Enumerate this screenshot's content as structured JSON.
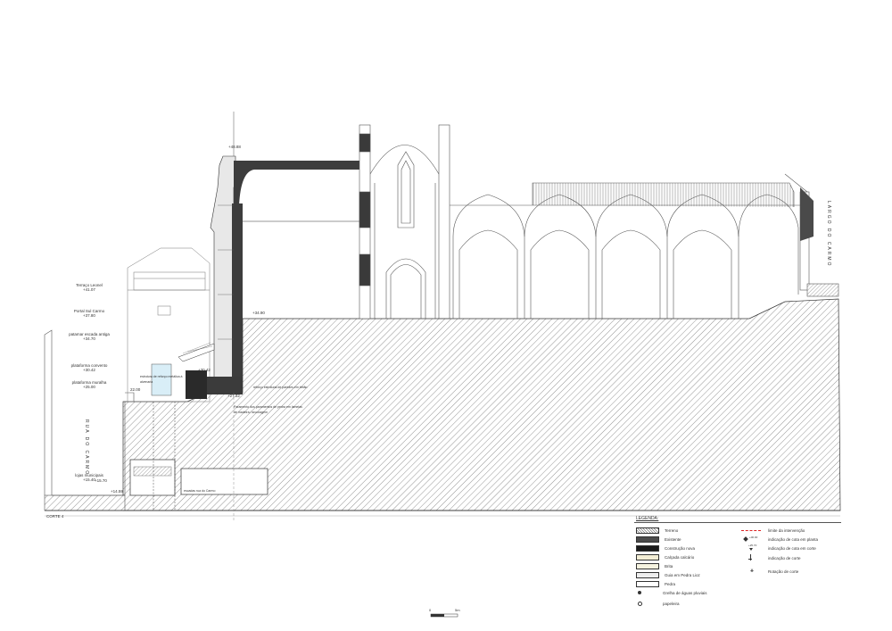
{
  "section_title": "CORTE 4",
  "levels": [
    {
      "name": "Terraço Leonel",
      "value": "+41.07"
    },
    {
      "name": "Portal Sul Carmo",
      "value": "+37.80"
    },
    {
      "name": "patamar escada antiga",
      "value": "+34.70"
    },
    {
      "name": "plataforma convento",
      "value": "+30.42"
    },
    {
      "name": "plataforma muralha",
      "value": "+25.00"
    },
    {
      "name": "lojas municipais",
      "value": "+15.40"
    }
  ],
  "extra_levels": {
    "upper_top": "+48.88",
    "street": "+15.70",
    "street_low": "+14.59",
    "platform": "+34.90",
    "lower": "+30.42",
    "deck": "+27.32",
    "fill": "22.00"
  },
  "street_labels": {
    "left": "RUA DO CARMO",
    "right": "LARGO DO CARMO"
  },
  "notes": [
    "estrutura de reforço metálica à alvenaria",
    "reforço estrutural de paredes em betão",
    "Paramento dos paramentos de pedra em lamelas de madeira / ancoragem",
    "escadas rua do Carmo"
  ],
  "legend": {
    "title": "LEGENDA:",
    "materials": [
      {
        "label": "Terreno",
        "color": "#d8d8d8",
        "pattern": "hatch"
      },
      {
        "label": "Existente",
        "color": "#4a4a4a"
      },
      {
        "label": "Construção nova",
        "color": "#1a1a1a"
      },
      {
        "label": "Calçada calcário",
        "color": "#f3eed5"
      },
      {
        "label": "Brita",
        "color": "#f6f3e0"
      },
      {
        "label": "Guia em Pedra Lioz",
        "color": "#eeeeee"
      },
      {
        "label": "Pedra",
        "color": "#ffffff"
      }
    ],
    "points": [
      {
        "label": "Grelha de águas pluviais",
        "icon": "filled-dot-icon"
      },
      {
        "label": "papeleira",
        "icon": "ring-icon"
      }
    ],
    "symbols": [
      {
        "label": "limite da intervenção",
        "icon": "dashed-red-line-icon"
      },
      {
        "label": "indicação de cota em planta",
        "icon": "level-marker-icon",
        "tag": "+00.00"
      },
      {
        "label": "indicação de cota em corte",
        "icon": "section-level-icon",
        "tag": "+25.70"
      },
      {
        "label": "indicação de corte",
        "icon": "section-cut-icon"
      },
      {
        "label": "Rotação de corte",
        "icon": "rotation-icon"
      }
    ]
  },
  "scale": {
    "start": "0",
    "end": "5m"
  }
}
